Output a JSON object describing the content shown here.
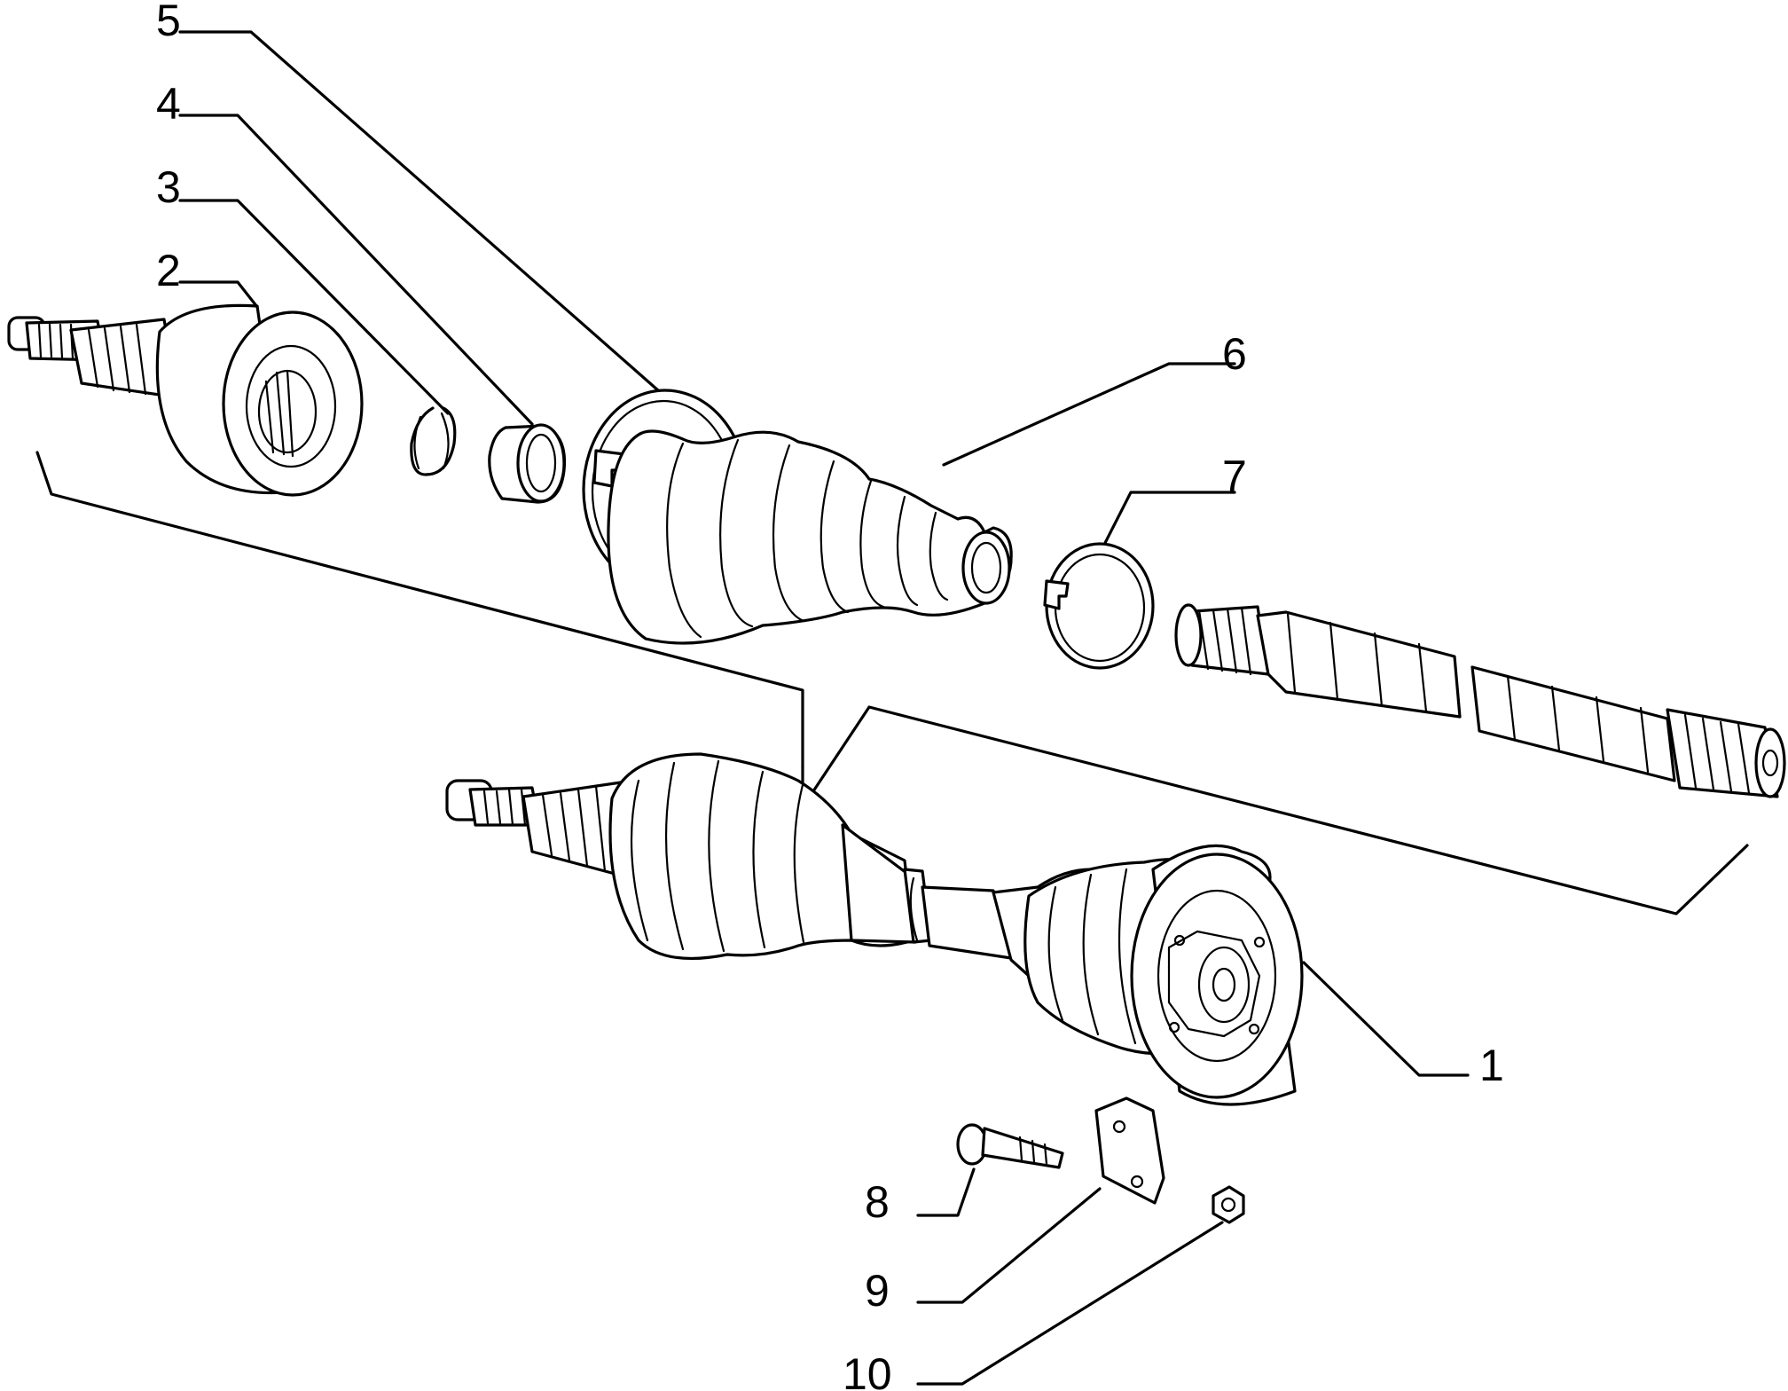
{
  "diagram": {
    "callouts": {
      "c1": "1",
      "c2": "2",
      "c3": "3",
      "c4": "4",
      "c5": "5",
      "c6": "6",
      "c7": "7",
      "c8": "8",
      "c9": "9",
      "c10": "10"
    },
    "parts": [
      {
        "ref": "1",
        "name": "drive-shaft-assembly"
      },
      {
        "ref": "2",
        "name": "outer-cv-joint"
      },
      {
        "ref": "3",
        "name": "circlip"
      },
      {
        "ref": "4",
        "name": "spacer-ring"
      },
      {
        "ref": "5",
        "name": "large-boot-clamp"
      },
      {
        "ref": "6",
        "name": "boot"
      },
      {
        "ref": "7",
        "name": "small-boot-clamp"
      },
      {
        "ref": "8",
        "name": "bolt"
      },
      {
        "ref": "9",
        "name": "plate"
      },
      {
        "ref": "10",
        "name": "nut"
      }
    ]
  }
}
